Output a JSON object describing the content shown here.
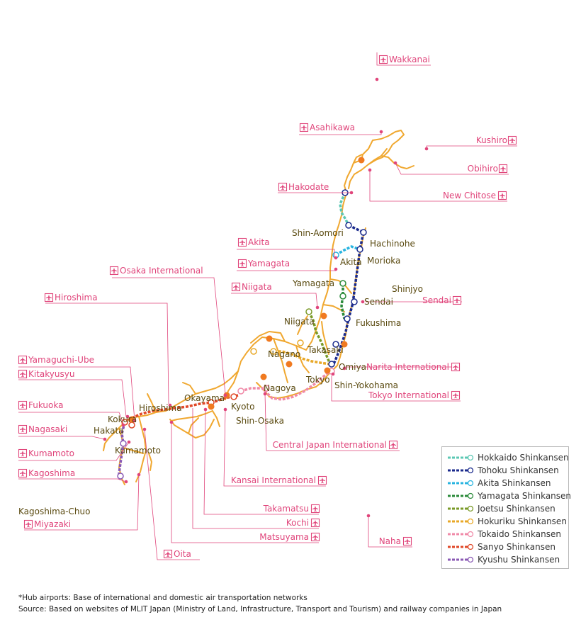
{
  "colors": {
    "airport": "#e0457b",
    "station_text": "#5a4a10",
    "coast": "#f0a830",
    "hub": "#f07a20"
  },
  "airports": [
    {
      "id": "wakkanai",
      "label": "Wakkanai"
    },
    {
      "id": "asahikawa",
      "label": "Asahikawa"
    },
    {
      "id": "kushiro",
      "label": "Kushiro"
    },
    {
      "id": "obihiro",
      "label": "Obihiro"
    },
    {
      "id": "new-chitose",
      "label": "New Chitose"
    },
    {
      "id": "hakodate",
      "label": "Hakodate"
    },
    {
      "id": "akita",
      "label": "Akita"
    },
    {
      "id": "yamagata",
      "label": "Yamagata"
    },
    {
      "id": "osaka-international",
      "label": "Osaka International"
    },
    {
      "id": "niigata",
      "label": "Niigata"
    },
    {
      "id": "hiroshima",
      "label": "Hiroshima"
    },
    {
      "id": "sendai",
      "label": "Sendai"
    },
    {
      "id": "yamaguchi-ube",
      "label": "Yamaguchi-Ube"
    },
    {
      "id": "kitakyusyu",
      "label": "Kitakyusyu"
    },
    {
      "id": "narita",
      "label": "Narita International"
    },
    {
      "id": "tokyo-international",
      "label": "Tokyo International"
    },
    {
      "id": "fukuoka",
      "label": "Fukuoka"
    },
    {
      "id": "nagasaki",
      "label": "Nagasaki"
    },
    {
      "id": "central-japan",
      "label": "Central Japan International"
    },
    {
      "id": "kumamoto",
      "label": "Kumamoto"
    },
    {
      "id": "kagoshima",
      "label": "Kagoshima"
    },
    {
      "id": "kansai",
      "label": "Kansai International"
    },
    {
      "id": "takamatsu",
      "label": "Takamatsu"
    },
    {
      "id": "kochi",
      "label": "Kochi"
    },
    {
      "id": "miyazaki",
      "label": "Miyazaki"
    },
    {
      "id": "naha",
      "label": "Naha"
    },
    {
      "id": "matsuyama",
      "label": "Matsuyama"
    },
    {
      "id": "oita",
      "label": "Oita"
    }
  ],
  "stations": [
    {
      "id": "shin-aomori",
      "label": "Shin-Aomori"
    },
    {
      "id": "hachinohe",
      "label": "Hachinohe"
    },
    {
      "id": "akita",
      "label": "Akita"
    },
    {
      "id": "morioka",
      "label": "Morioka"
    },
    {
      "id": "yamagata",
      "label": "Yamagata"
    },
    {
      "id": "shinjyo",
      "label": "Shinjyo"
    },
    {
      "id": "sendai",
      "label": "Sendai"
    },
    {
      "id": "niigata",
      "label": "Niigata"
    },
    {
      "id": "fukushima",
      "label": "Fukushima"
    },
    {
      "id": "takasaki",
      "label": "Takasaki"
    },
    {
      "id": "nagano",
      "label": "Nagano"
    },
    {
      "id": "omiya",
      "label": "Omiya"
    },
    {
      "id": "tokyo",
      "label": "Tokyo"
    },
    {
      "id": "shin-yokohama",
      "label": "Shin-Yokohama"
    },
    {
      "id": "nagoya",
      "label": "Nagoya"
    },
    {
      "id": "okayama",
      "label": "Okayama"
    },
    {
      "id": "kyoto",
      "label": "Kyoto"
    },
    {
      "id": "shin-osaka",
      "label": "Shin-Osaka"
    },
    {
      "id": "hiroshima",
      "label": "Hiroshima"
    },
    {
      "id": "kokura",
      "label": "Kokura"
    },
    {
      "id": "hakata",
      "label": "Hakata"
    },
    {
      "id": "kumamoto",
      "label": "Kumamoto"
    },
    {
      "id": "kagoshima-chuo",
      "label": "Kagoshima-Chuo"
    }
  ],
  "legend": [
    {
      "id": "hokkaido",
      "label": "Hokkaido Shinkansen",
      "color": "#5cc8b4"
    },
    {
      "id": "tohoku",
      "label": "Tohoku Shinkansen",
      "color": "#1a2a8c"
    },
    {
      "id": "akita",
      "label": "Akita Shinkansen",
      "color": "#28b4e0"
    },
    {
      "id": "yamagata",
      "label": "Yamagata Shinkansen",
      "color": "#2a8a3a"
    },
    {
      "id": "joetsu",
      "label": "Joetsu Shinkansen",
      "color": "#7a9a28"
    },
    {
      "id": "hokuriku",
      "label": "Hokuriku Shinkansen",
      "color": "#e8a828"
    },
    {
      "id": "tokaido",
      "label": "Tokaido Shinkansen",
      "color": "#f08aa8"
    },
    {
      "id": "sanyo",
      "label": "Sanyo Shinkansen",
      "color": "#e04828"
    },
    {
      "id": "kyushu",
      "label": "Kyushu Shinkansen",
      "color": "#8a5ab4"
    }
  ],
  "notes": {
    "hub": "*Hub airports: Base of international and domestic air transportation networks",
    "source": "Source:  Based on websites of MLIT Japan (Ministry of Land, Infrastructure, Transport and Tourism) and railway companies in Japan"
  }
}
